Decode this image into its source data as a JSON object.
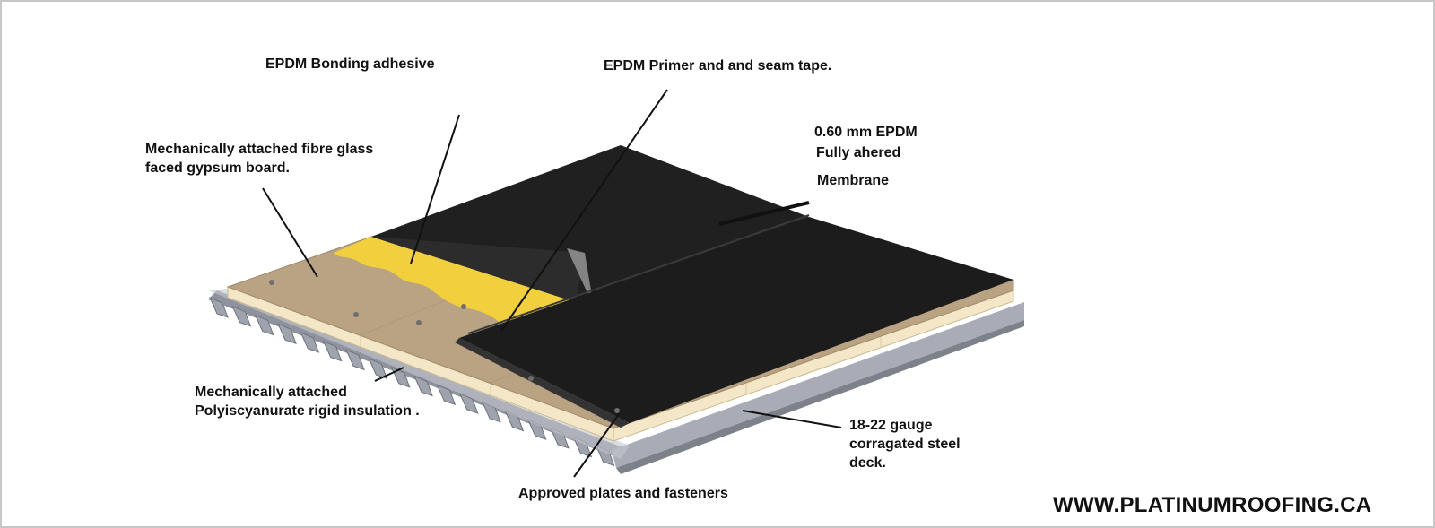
{
  "labels": {
    "bonding_adhesive": "EPDM Bonding adhesive",
    "primer_tape": "EPDM Primer and and seam tape.",
    "membrane_line1": "0.60 mm EPDM",
    "membrane_line2": "Fully ahered",
    "membrane_line3": "Membrane",
    "gypsum_line1": "Mechanically attached fibre glass",
    "gypsum_line2": "faced gypsum board.",
    "insulation_line1": "Mechanically attached",
    "insulation_line2": "Polyiscyanurate rigid insulation .",
    "steel_line1": "18-22 gauge",
    "steel_line2": "corragated steel",
    "steel_line3": "deck.",
    "fasteners": "Approved plates and fasteners"
  },
  "website": "WWW.PLATINUMROOFING.CA",
  "colors": {
    "membrane": "#1c1c1c",
    "gypsum_board": "#b9a383",
    "adhesive": "#f2cf3c",
    "insulation": "#f4e7c8",
    "steel_deck": "#a9acb6",
    "leader_line": "#111111"
  }
}
